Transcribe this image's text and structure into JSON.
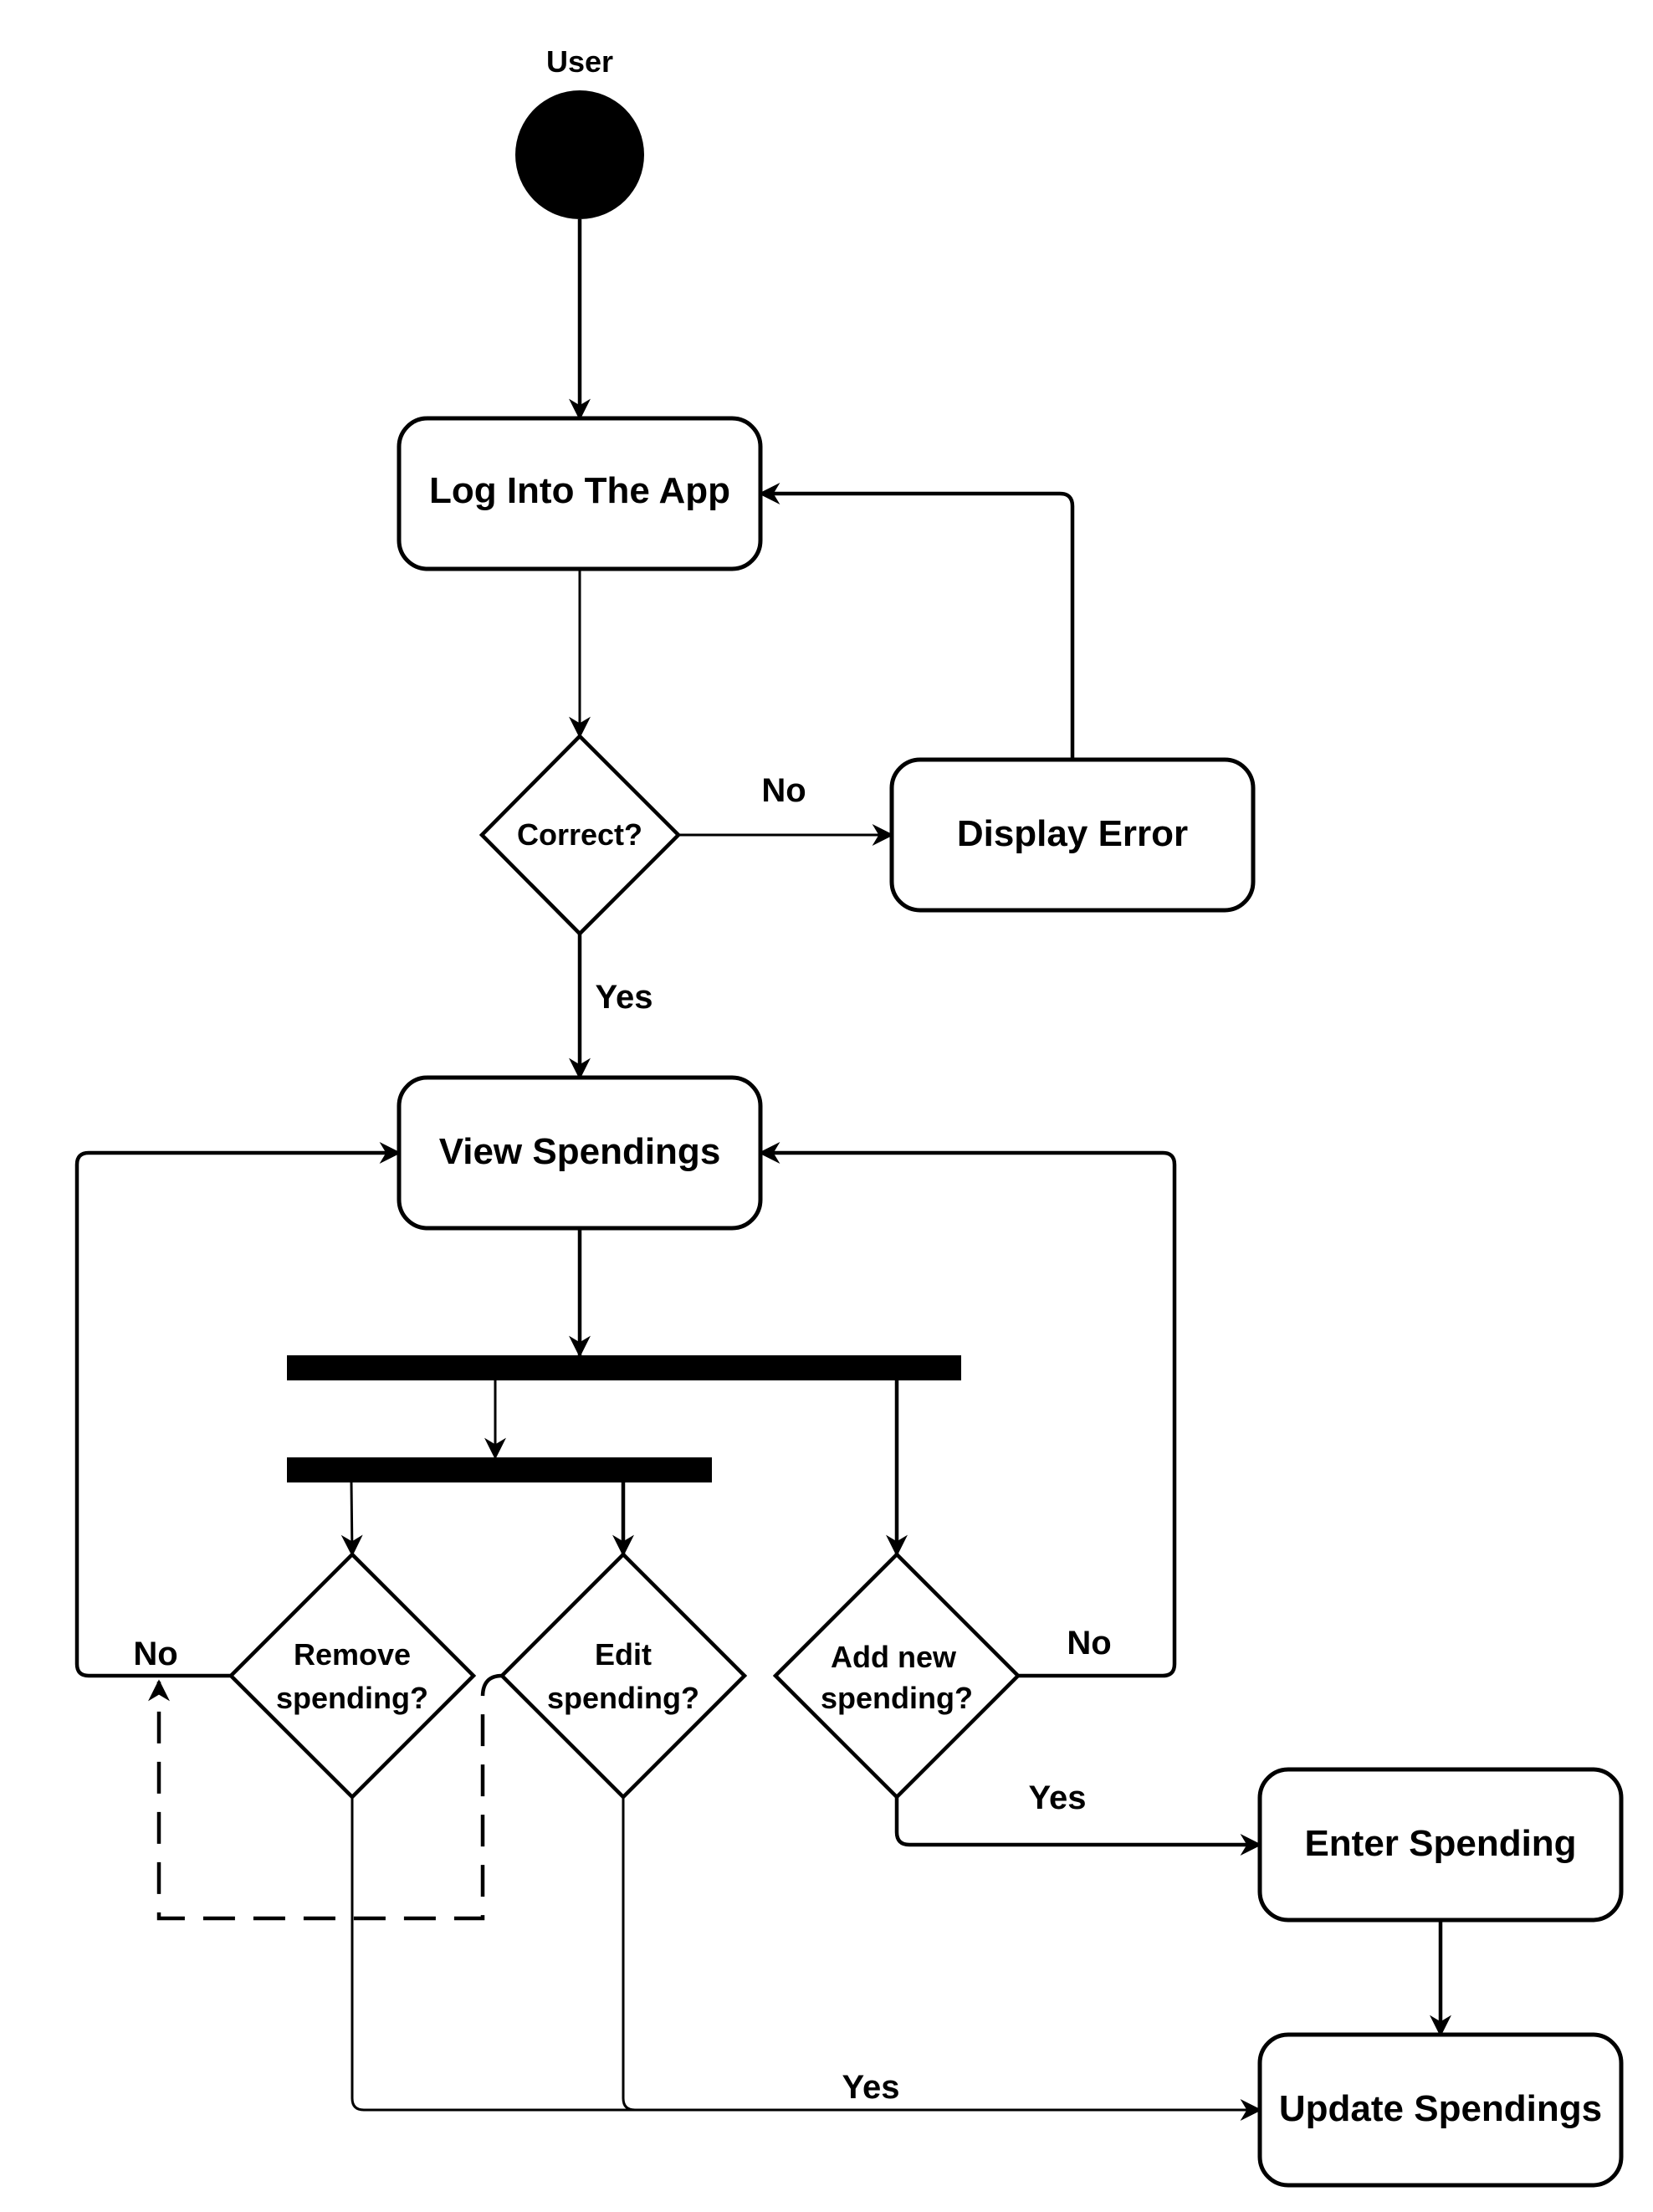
{
  "colors": {
    "ink": "#000000",
    "background": "#ffffff"
  },
  "diagram": {
    "start": {
      "label": "User"
    },
    "nodes": {
      "login": "Log Into The App",
      "correct": "Correct?",
      "display_error": "Display Error",
      "view_spendings": "View Spendings",
      "remove_line1": "Remove",
      "remove_line2": "spending?",
      "edit_line1": "Edit",
      "edit_line2": "spending?",
      "add_line1": "Add new",
      "add_line2": "spending?",
      "enter_spending": "Enter Spending",
      "update_spendings": "Update Spendings"
    },
    "edge_labels": {
      "correct_no": "No",
      "correct_yes": "Yes",
      "remove_no": "No",
      "add_no": "No",
      "add_yes": "Yes",
      "update_yes": "Yes"
    }
  }
}
